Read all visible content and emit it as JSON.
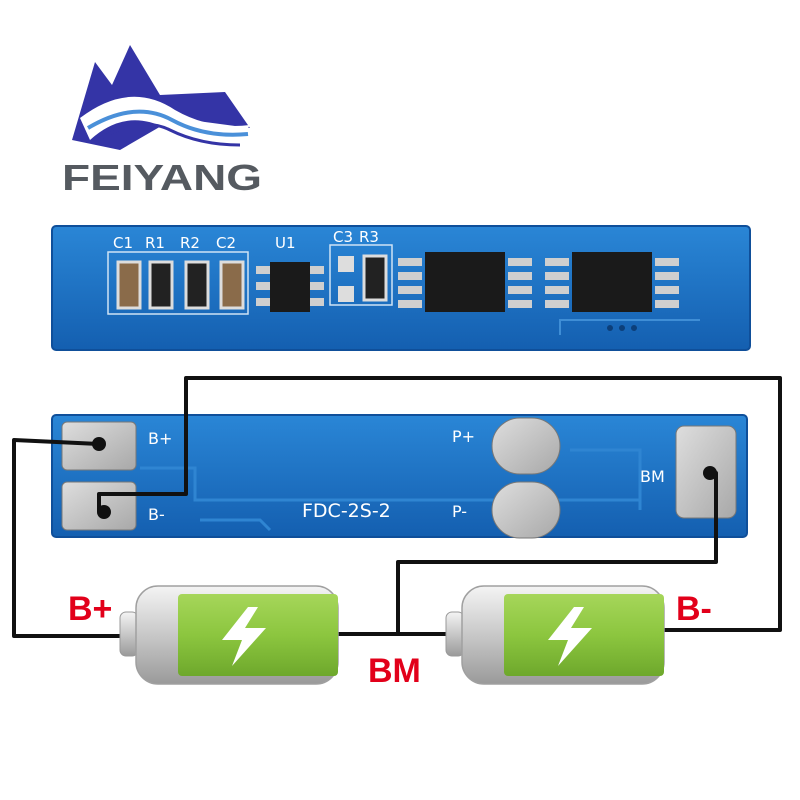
{
  "brand": {
    "name": "FEIYANG"
  },
  "board_top": {
    "component_labels": [
      "C1",
      "R1",
      "R2",
      "C2",
      "U1",
      "C3",
      "R3"
    ]
  },
  "board_bottom": {
    "model": "FDC-2S-2",
    "pads": {
      "b_plus": "B+",
      "b_minus": "B-",
      "p_plus": "P+",
      "p_minus": "P-",
      "bm": "BM"
    }
  },
  "wiring": {
    "b_plus": "B+",
    "bm": "BM",
    "b_minus": "B-"
  },
  "colors": {
    "pcb": "#1a6fc0",
    "pcb_edge": "#0f4f9a",
    "wire": "#111111",
    "label_red": "#e2001a",
    "battery_green": "#8cc63f",
    "logo_blue": "#3a3aa8"
  },
  "icons": [
    "feiyang-logo",
    "lightning-icon"
  ]
}
